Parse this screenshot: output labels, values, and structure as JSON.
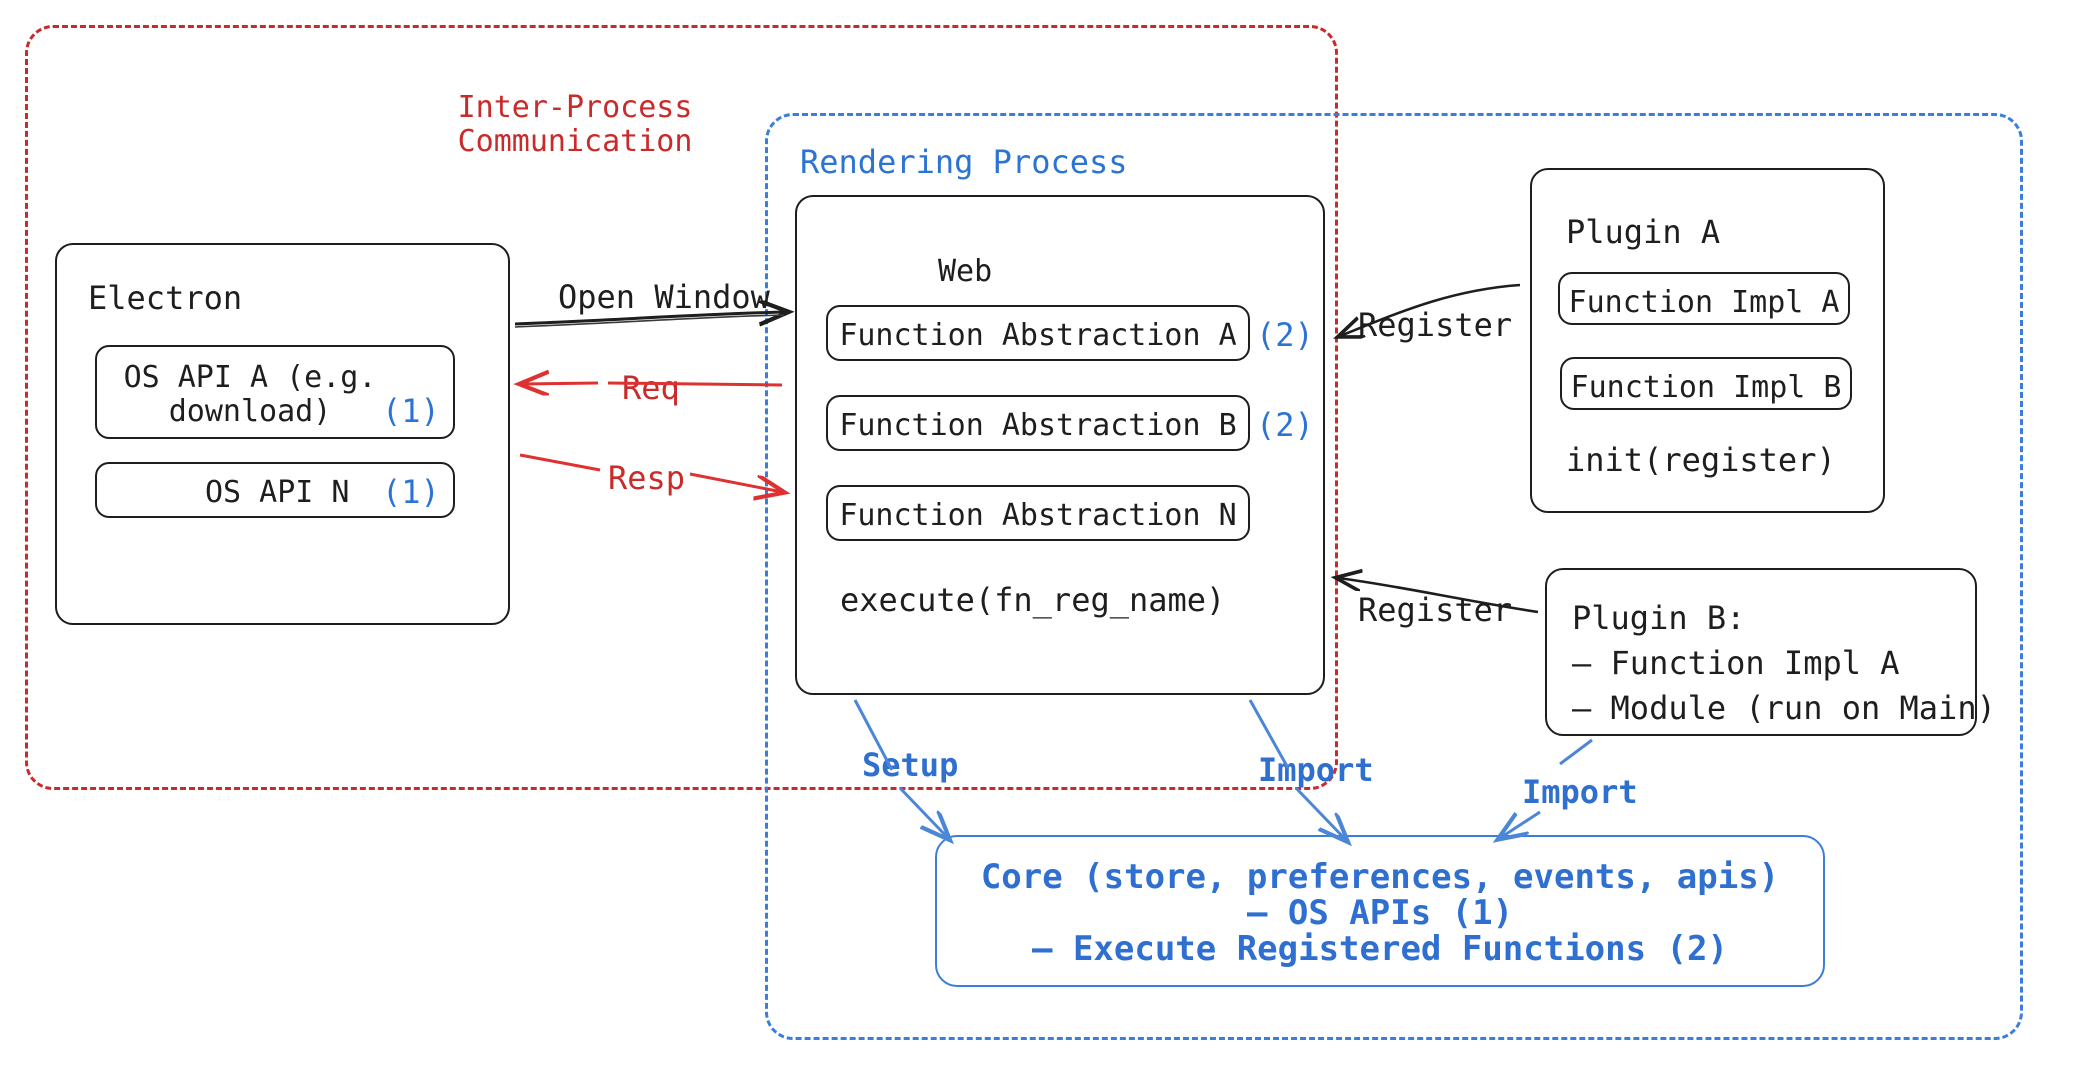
{
  "diagram": {
    "title": "Electron plugin architecture",
    "colors": {
      "ipc_red": "#c92a2a",
      "process_blue": "#3b7ddd",
      "marker_blue": "#2b74d4",
      "ink": "#1e1e1e"
    }
  },
  "groups": {
    "ipc": {
      "label_line1": "Inter-Process",
      "label_line2": "Communication"
    },
    "rendering": {
      "label": "Rendering Process"
    }
  },
  "electron": {
    "title": "Electron",
    "apis": [
      {
        "label_line1": "OS API A (e.g.",
        "label_line2": "download)",
        "marker": "(1)"
      },
      {
        "label_line1": "OS API N",
        "label_line2": "",
        "marker": "(1)"
      }
    ]
  },
  "web": {
    "title": "Web",
    "abstractions": [
      {
        "label": "Function Abstraction A",
        "marker": "(2)"
      },
      {
        "label": "Function Abstraction B",
        "marker": "(2)"
      },
      {
        "label": "Function Abstraction N",
        "marker": ""
      }
    ],
    "footer": "execute(fn_reg_name)"
  },
  "plugin_a": {
    "title": "Plugin A",
    "items": [
      "Function Impl A",
      "Function Impl B"
    ],
    "footer": "init(register)"
  },
  "plugin_b": {
    "title": "Plugin B:",
    "items": [
      "– Function Impl A",
      "– Module (run on Main)"
    ]
  },
  "core": {
    "line1": "Core (store, preferences, events, apis)",
    "line2": "– OS APIs (1)",
    "line3": "– Execute Registered Functions (2)"
  },
  "edges": {
    "open_window": "Open Window",
    "req": "Req",
    "resp": "Resp",
    "register_top": "Register",
    "register_bottom": "Register",
    "setup": "Setup",
    "import_web": "Import",
    "import_plugin_b": "Import"
  }
}
